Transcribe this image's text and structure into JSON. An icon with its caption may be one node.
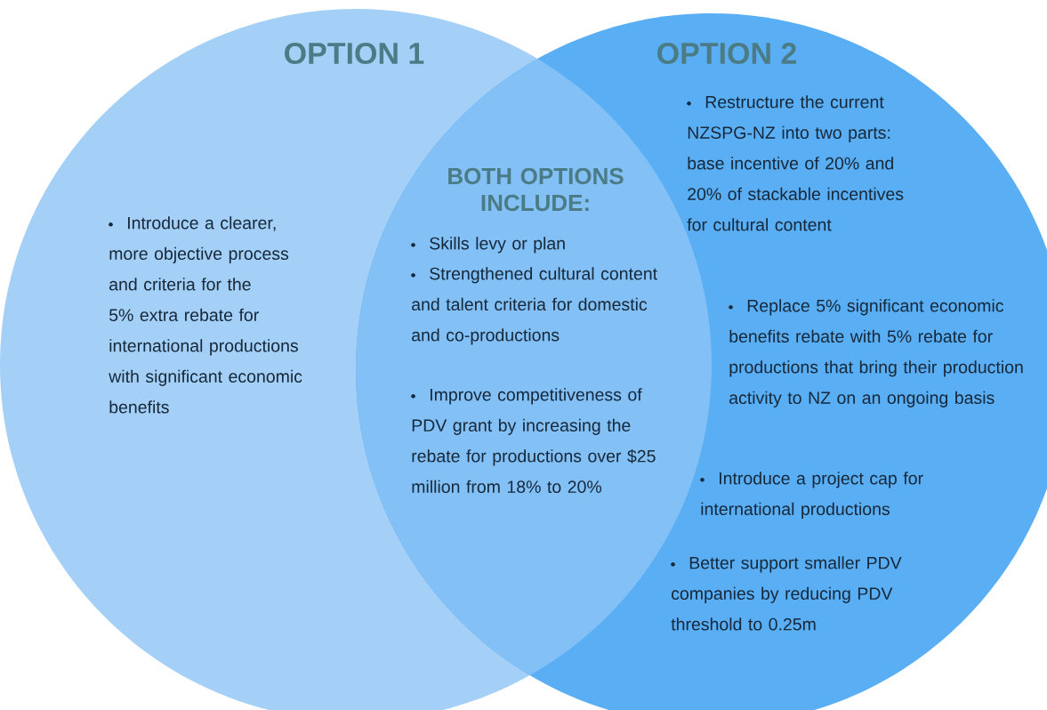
{
  "diagram": {
    "nodes": [
      {
        "text": [
          "OPTION 1",
          "Introduce a clearer, more objective process and criteria for the 5% extra rebate for international productions with significant economic benefits"
        ]
      },
      {
        "text": [
          "OPTION 2",
          "Restructure the current NZSPG-NZ into two parts: base incentive of 20% and 20% of stackable incentives for cultural content",
          "Replace 5% significant economic benefits rebate with 5% rebate for productions that bring their production activity to NZ on an ongoing basis",
          "Introduce a project cap for international productions",
          "Better support smaller PDV companies by reducing PDV threshold to 0.25m"
        ]
      }
    ],
    "labels": [
      "BOTH OPTIONS INCLUDE:",
      "Skills levy or plan",
      "Strengthened cultural content and talent criteria for domestic and co-productions",
      "Improve competitiveness of PDV grant by increasing the rebate for productions over $25 million from 18% to 20%"
    ]
  }
}
